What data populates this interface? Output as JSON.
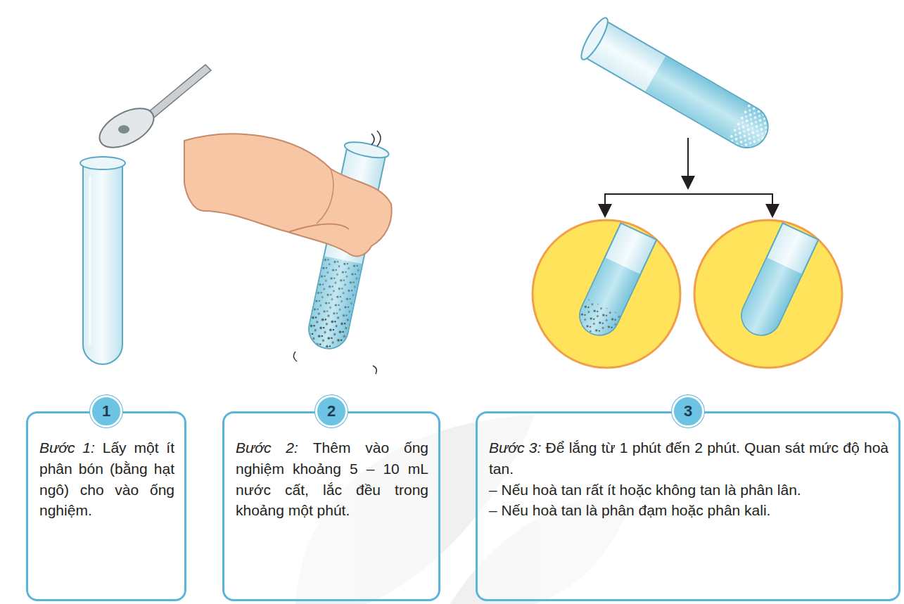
{
  "diagram": {
    "nodes": [
      {
        "text": [
          "Bước 1:",
          "Lấy một ít phân bón (bằng hạt ngô) cho vào ống nghiệm."
        ]
      },
      {
        "text": [
          "1"
        ],
        "in": 0
      },
      {
        "text": [
          "Bước 2:",
          "Thêm vào ống nghiệm khoảng 5 – 10 mL nước cất, lắc đều trong khoảng một phút."
        ]
      },
      {
        "text": [
          "2"
        ],
        "in": 2
      },
      {
        "text": [
          "Bước 3:",
          "Để lắng từ 1 phút đến 2 phút. Quan sát mức độ hoà tan.",
          "– Nếu hoà tan rất ít hoặc không tan là phân lân.",
          "– Nếu hoà tan là phân đạm hoặc phân kali."
        ]
      },
      {
        "text": [
          "3"
        ],
        "in": 4
      }
    ]
  }
}
